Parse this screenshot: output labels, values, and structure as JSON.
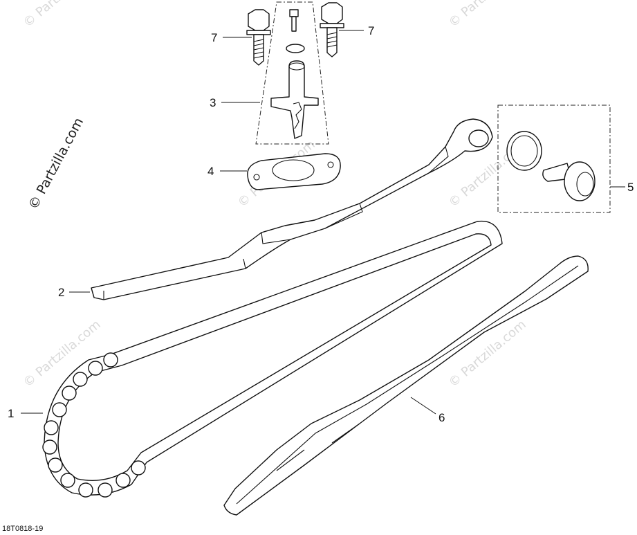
{
  "callouts": [
    {
      "id": "1",
      "label": "1"
    },
    {
      "id": "2",
      "label": "2"
    },
    {
      "id": "3",
      "label": "3"
    },
    {
      "id": "4",
      "label": "4"
    },
    {
      "id": "5",
      "label": "5"
    },
    {
      "id": "6",
      "label": "6"
    },
    {
      "id": "7a",
      "label": "7"
    },
    {
      "id": "7b",
      "label": "7"
    }
  ],
  "watermark": {
    "side_text": "© Partzilla.com",
    "faint_text": "© Partzilla.com"
  },
  "diagram_code": "18T0818-19",
  "colors": {
    "ink": "#111111",
    "watermark": "#d9d9d9",
    "background": "#ffffff"
  }
}
